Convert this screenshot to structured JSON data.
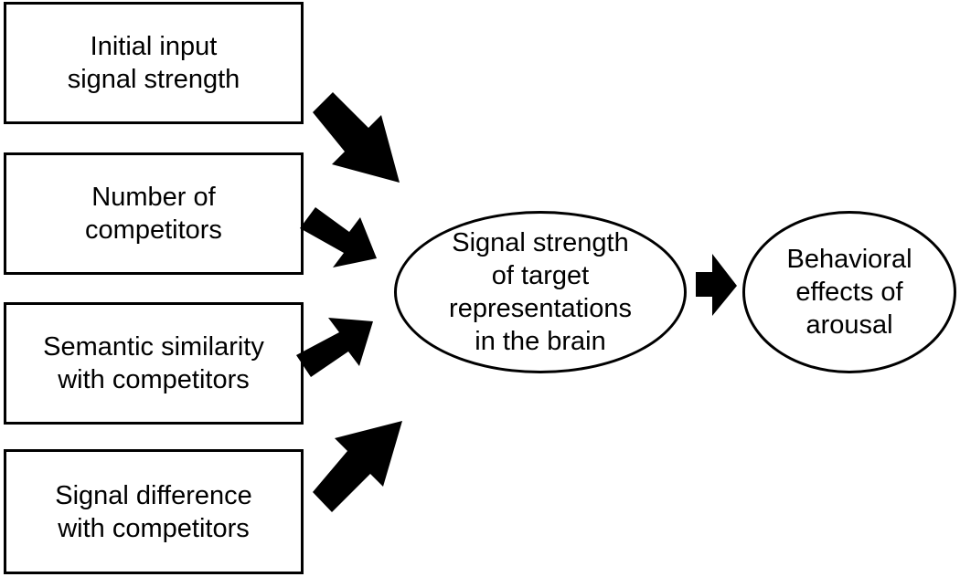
{
  "inputs": [
    {
      "label": "Initial input\nsignal strength"
    },
    {
      "label": "Number of\ncompetitors"
    },
    {
      "label": "Semantic similarity\nwith competitors"
    },
    {
      "label": "Signal difference\nwith competitors"
    }
  ],
  "target": {
    "label": "Signal strength\nof target\nrepresentations\nin the brain"
  },
  "outcome": {
    "label": "Behavioral\neffects of\narousal"
  },
  "colors": {
    "stroke": "#000000",
    "fill": "#ffffff"
  }
}
